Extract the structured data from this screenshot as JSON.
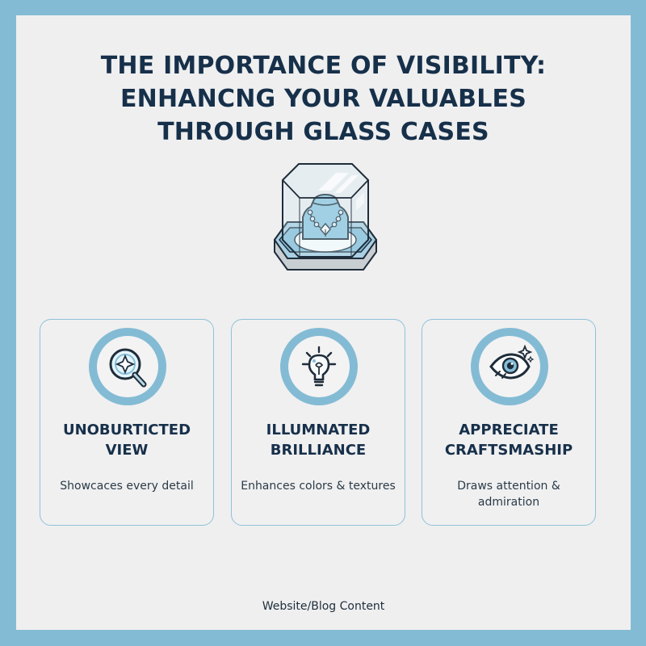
{
  "colors": {
    "border_blue": "#84bbd4",
    "panel_background": "#efeff0",
    "title_navy": "#17304a",
    "card_border": "#8fc2d9"
  },
  "heading": {
    "lines": [
      "THE IMPORTANCE OF VISIBILITY:",
      "ENHANCNG YOUR VALUABLES",
      "THROUGH GLASS CASES"
    ]
  },
  "hero": {
    "icon": "glass-display-case-necklace-icon"
  },
  "cards": [
    {
      "icon": "magnifier-sparkle-icon",
      "title_lines": [
        "UNOBURTICTED",
        "VIEW"
      ],
      "description": "Showcaces every detail"
    },
    {
      "icon": "lightbulb-icon",
      "title_lines": [
        "ILLUMNATED",
        "BRILLIANCE"
      ],
      "description": "Enhances colors & textures"
    },
    {
      "icon": "eye-sparkle-icon",
      "title_lines": [
        "APPRECIATE",
        "CRAFTSMASHIP"
      ],
      "description": "Draws attention & admiration"
    }
  ],
  "footer": {
    "label": "Website/Blog Content"
  }
}
